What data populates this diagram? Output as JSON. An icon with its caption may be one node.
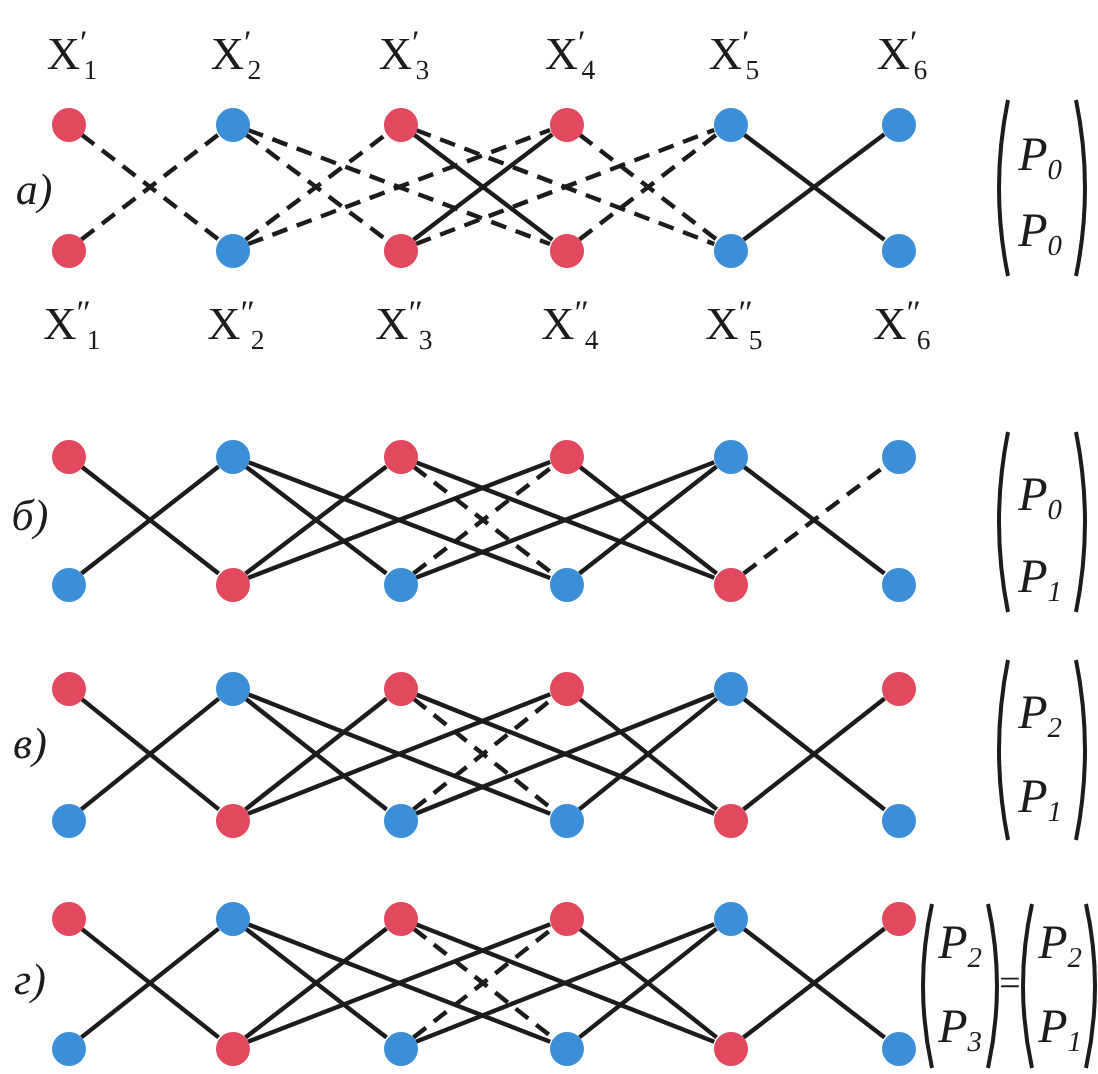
{
  "diagram": {
    "nodes": [
      {
        "text": [],
        "shape": "circle",
        "beside": [
          "X$^{′}$$_{1}$"
        ]
      },
      {
        "text": [],
        "shape": "circle",
        "beside": [
          "X$^{′}$$_{2}$"
        ]
      },
      {
        "text": [],
        "shape": "circle",
        "beside": [
          "X$^{′}$$_{3}$"
        ]
      },
      {
        "text": [],
        "shape": "circle",
        "beside": [
          "X$^{′}$$_{4}$"
        ]
      },
      {
        "text": [],
        "shape": "circle",
        "beside": [
          "X$^{′}$$_{5}$"
        ]
      },
      {
        "text": [],
        "shape": "circle",
        "beside": [
          "X$^{′}$$_{6}$"
        ]
      },
      {
        "text": [],
        "shape": "circle",
        "beside": [
          "X$^{″}$$_{1}$"
        ]
      },
      {
        "text": [],
        "shape": "circle",
        "beside": [
          "X$^{″}$$_{2}$"
        ]
      },
      {
        "text": [],
        "shape": "circle",
        "beside": [
          "X$^{″}$$_{3}$"
        ]
      },
      {
        "text": [],
        "shape": "circle",
        "beside": [
          "X$^{″}$$_{4}$"
        ]
      },
      {
        "text": [],
        "shape": "circle",
        "beside": [
          "X$^{″}$$_{5}$"
        ]
      },
      {
        "text": [],
        "shape": "circle",
        "beside": [
          "X$^{″}$$_{6}$"
        ]
      },
      {
        "text": [],
        "shape": "circle"
      },
      {
        "text": [],
        "shape": "circle"
      },
      {
        "text": [],
        "shape": "circle"
      },
      {
        "text": [],
        "shape": "circle"
      },
      {
        "text": [],
        "shape": "circle"
      },
      {
        "text": [],
        "shape": "circle"
      },
      {
        "text": [],
        "shape": "circle"
      },
      {
        "text": [],
        "shape": "circle"
      },
      {
        "text": [],
        "shape": "circle"
      },
      {
        "text": [],
        "shape": "circle"
      },
      {
        "text": [],
        "shape": "circle"
      },
      {
        "text": [],
        "shape": "circle"
      },
      {
        "text": [],
        "shape": "circle"
      },
      {
        "text": [],
        "shape": "circle"
      },
      {
        "text": [],
        "shape": "circle"
      },
      {
        "text": [],
        "shape": "circle"
      },
      {
        "text": [],
        "shape": "circle"
      },
      {
        "text": [],
        "shape": "circle"
      },
      {
        "text": [],
        "shape": "circle"
      },
      {
        "text": [],
        "shape": "circle"
      },
      {
        "text": [],
        "shape": "circle"
      },
      {
        "text": [],
        "shape": "circle"
      },
      {
        "text": [],
        "shape": "circle"
      },
      {
        "text": [],
        "shape": "circle"
      },
      {
        "text": [],
        "shape": "circle"
      },
      {
        "text": [],
        "shape": "circle"
      },
      {
        "text": [],
        "shape": "circle"
      },
      {
        "text": [],
        "shape": "circle"
      },
      {
        "text": [],
        "shape": "circle"
      },
      {
        "text": [],
        "shape": "circle"
      },
      {
        "text": [],
        "shape": "circle"
      },
      {
        "text": [],
        "shape": "circle"
      },
      {
        "text": [],
        "shape": "circle"
      },
      {
        "text": [],
        "shape": "circle"
      },
      {
        "text": [],
        "shape": "circle"
      },
      {
        "text": [],
        "shape": "circle"
      }
    ],
    "edges": [
      {
        "from": 0,
        "to": 7,
        "arrow": "none",
        "style": "dashed"
      },
      {
        "from": 6,
        "to": 1,
        "arrow": "none",
        "style": "dashed"
      },
      {
        "from": 1,
        "to": 8,
        "arrow": "none",
        "style": "dashed"
      },
      {
        "from": 1,
        "to": 9,
        "arrow": "none",
        "style": "dashed"
      },
      {
        "from": 7,
        "to": 2,
        "arrow": "none",
        "style": "dashed"
      },
      {
        "from": 7,
        "to": 3,
        "arrow": "none",
        "style": "dashed"
      },
      {
        "from": 2,
        "to": 9,
        "arrow": "none"
      },
      {
        "from": 2,
        "to": 10,
        "arrow": "none",
        "style": "dashed"
      },
      {
        "from": 8,
        "to": 3,
        "arrow": "none"
      },
      {
        "from": 8,
        "to": 4,
        "arrow": "none",
        "style": "dashed"
      },
      {
        "from": 3,
        "to": 10,
        "arrow": "none",
        "style": "dashed"
      },
      {
        "from": 9,
        "to": 4,
        "arrow": "none",
        "style": "dashed"
      },
      {
        "from": 4,
        "to": 11,
        "arrow": "none"
      },
      {
        "from": 10,
        "to": 5,
        "arrow": "none"
      },
      {
        "from": 12,
        "to": 19,
        "arrow": "none"
      },
      {
        "from": 18,
        "to": 13,
        "arrow": "none"
      },
      {
        "from": 13,
        "to": 20,
        "arrow": "none"
      },
      {
        "from": 13,
        "to": 21,
        "arrow": "none"
      },
      {
        "from": 19,
        "to": 14,
        "arrow": "none"
      },
      {
        "from": 19,
        "to": 15,
        "arrow": "none"
      },
      {
        "from": 14,
        "to": 21,
        "arrow": "none",
        "style": "dashed"
      },
      {
        "from": 14,
        "to": 22,
        "arrow": "none"
      },
      {
        "from": 20,
        "to": 15,
        "arrow": "none",
        "style": "dashed"
      },
      {
        "from": 20,
        "to": 16,
        "arrow": "none"
      },
      {
        "from": 15,
        "to": 22,
        "arrow": "none"
      },
      {
        "from": 21,
        "to": 16,
        "arrow": "none"
      },
      {
        "from": 16,
        "to": 23,
        "arrow": "none"
      },
      {
        "from": 22,
        "to": 17,
        "arrow": "none",
        "style": "dashed"
      },
      {
        "from": 24,
        "to": 31,
        "arrow": "none"
      },
      {
        "from": 30,
        "to": 25,
        "arrow": "none"
      },
      {
        "from": 25,
        "to": 32,
        "arrow": "none"
      },
      {
        "from": 25,
        "to": 33,
        "arrow": "none"
      },
      {
        "from": 31,
        "to": 26,
        "arrow": "none"
      },
      {
        "from": 31,
        "to": 27,
        "arrow": "none"
      },
      {
        "from": 26,
        "to": 33,
        "arrow": "none",
        "style": "dashed"
      },
      {
        "from": 26,
        "to": 34,
        "arrow": "none"
      },
      {
        "from": 32,
        "to": 27,
        "arrow": "none",
        "style": "dashed"
      },
      {
        "from": 32,
        "to": 28,
        "arrow": "none"
      },
      {
        "from": 27,
        "to": 34,
        "arrow": "none"
      },
      {
        "from": 33,
        "to": 28,
        "arrow": "none"
      },
      {
        "from": 28,
        "to": 35,
        "arrow": "none"
      },
      {
        "from": 34,
        "to": 29,
        "arrow": "none"
      },
      {
        "from": 36,
        "to": 43,
        "arrow": "none"
      },
      {
        "from": 42,
        "to": 37,
        "arrow": "none"
      },
      {
        "from": 37,
        "to": 44,
        "arrow": "none"
      },
      {
        "from": 37,
        "to": 45,
        "arrow": "none"
      },
      {
        "from": 43,
        "to": 38,
        "arrow": "none"
      },
      {
        "from": 43,
        "to": 39,
        "arrow": "none"
      },
      {
        "from": 38,
        "to": 45,
        "arrow": "none",
        "style": "dashed"
      },
      {
        "from": 38,
        "to": 46,
        "arrow": "none"
      },
      {
        "from": 44,
        "to": 39,
        "arrow": "none",
        "style": "dashed"
      },
      {
        "from": 44,
        "to": 40,
        "arrow": "none"
      },
      {
        "from": 39,
        "to": 46,
        "arrow": "none"
      },
      {
        "from": 45,
        "to": 40,
        "arrow": "none"
      },
      {
        "from": 40,
        "to": 47,
        "arrow": "none"
      },
      {
        "from": 46,
        "to": 41,
        "arrow": "none"
      }
    ],
    "labels": [
      "а)",
      "P$_{0}$",
      "P$_{0}$",
      "б)",
      "P$_{0}$",
      "P$_{1}$",
      "в)",
      "P$_{2}$",
      "P$_{1}$",
      "г)",
      "P$_{2}$",
      "P$_{3}$",
      "=",
      "P$_{2}$",
      "P$_{1}$"
    ]
  }
}
